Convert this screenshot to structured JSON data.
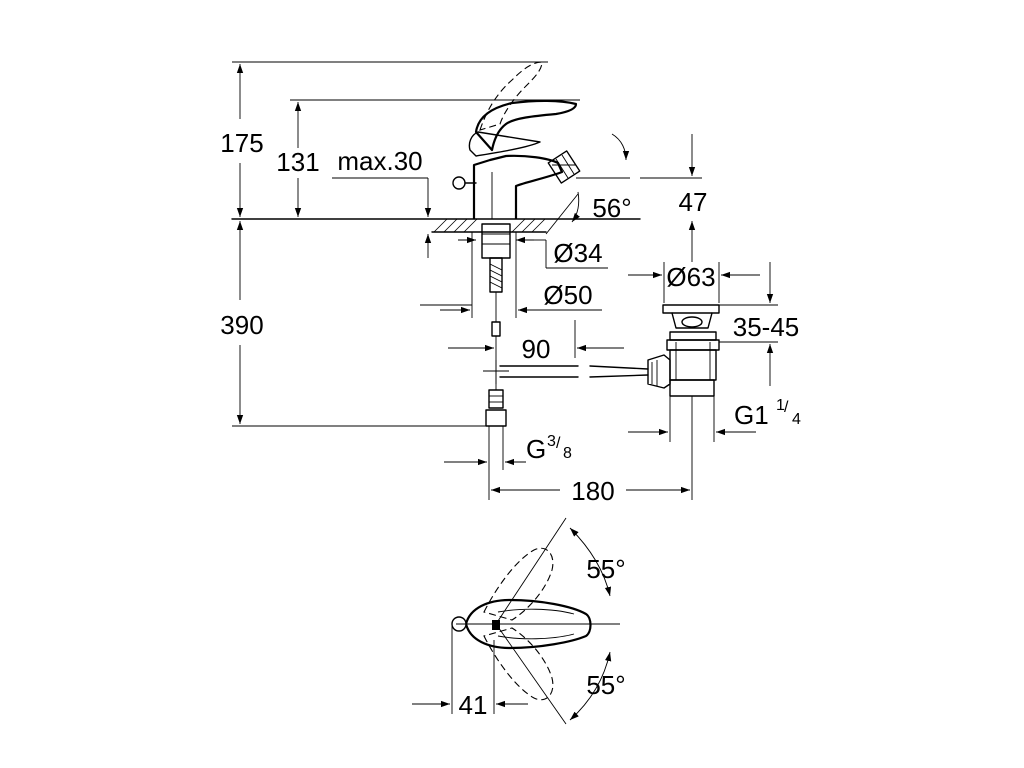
{
  "dimensions": {
    "height_total": "175",
    "height_spout": "131",
    "max_deck": "max.30",
    "spout_angle": "56°",
    "spray_height": "47",
    "hole_diameter": "Ø34",
    "flange_diameter": "Ø50",
    "drain_diameter": "Ø63",
    "drain_range": "35-45",
    "depth": "390",
    "rod_length": "90",
    "hose_thread": "G",
    "hose_thread_num": "3",
    "hose_thread_den": "8",
    "drain_thread": "G1",
    "drain_thread_num": "1",
    "drain_thread_den": "4",
    "center_distance": "180",
    "lever_angle_top": "55°",
    "lever_angle_bottom": "55°",
    "lever_offset": "41"
  }
}
